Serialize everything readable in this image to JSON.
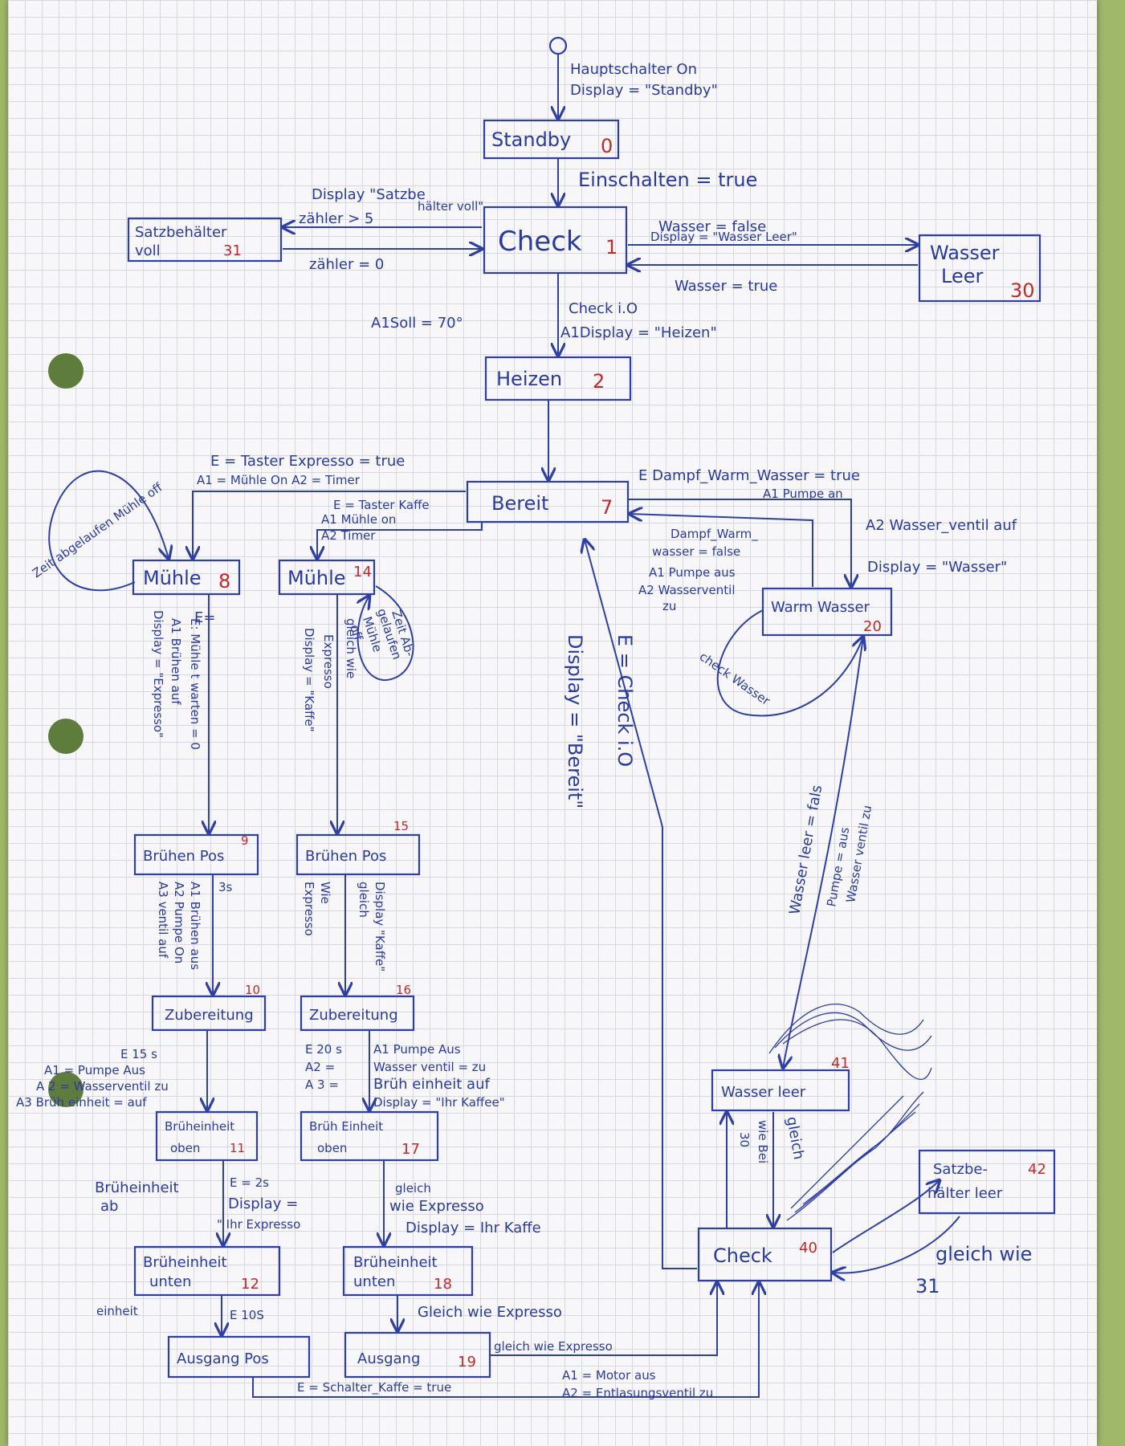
{
  "states": {
    "standby": {
      "label": "Standby",
      "num": "0"
    },
    "check": {
      "label": "Check",
      "num": "1"
    },
    "satz_voll": {
      "label1": "Satzbehälter",
      "label2": "voll",
      "num": "31"
    },
    "wasser_leer30": {
      "label1": "Wasser",
      "label2": "Leer",
      "num": "30"
    },
    "heizen": {
      "label": "Heizen",
      "num": "2"
    },
    "bereit": {
      "label": "Bereit",
      "num": "7"
    },
    "muehle8": {
      "label": "Mühle",
      "num": "8"
    },
    "muehle14": {
      "label": "Mühle",
      "num": "14"
    },
    "warm20": {
      "label": "Warm Wasser",
      "num": "20"
    },
    "bruehen9": {
      "label": "Brühen Pos",
      "num": "9"
    },
    "bruehen15": {
      "label": "Brühen Pos",
      "num": "15"
    },
    "zub10": {
      "label": "Zubereitung",
      "num": "10"
    },
    "zub16": {
      "label": "Zubereitung",
      "num": "16"
    },
    "be_oben11": {
      "label1": "Brüheinheit",
      "label2": "oben",
      "num": "11"
    },
    "be_oben17": {
      "label1": "Brüh Einheit",
      "label2": "oben",
      "num": "17"
    },
    "be_unten12": {
      "label1": "Brüheinheit",
      "label2": "unten",
      "num": "12"
    },
    "be_unten18": {
      "label1": "Brüheinheit",
      "label2": "unten",
      "num": "18"
    },
    "ausgang_pos": {
      "label": "Ausgang Pos"
    },
    "ausgang19": {
      "label": "Ausgang",
      "num": "19"
    },
    "wasser_leer41": {
      "label": "Wasser leer",
      "num": "41"
    },
    "check40": {
      "label": "Check",
      "num": "40"
    },
    "satz_leer42": {
      "label1": "Satzbe-",
      "label2": "hälter leer",
      "num": "42"
    }
  },
  "labels": {
    "hauptschalter1": "Hauptschalter On",
    "hauptschalter2": "Display = \"Standby\"",
    "einschalten": "Einschalten = true",
    "display_satz1": "Display \"Satzbe",
    "display_satz2": "hälter voll\"",
    "zaehler_gt": "zähler > 5",
    "zaehler_eq": "zähler = 0",
    "wasser_false1": "Wasser = false",
    "wasser_false2": "Display = \"Wasser Leer\"",
    "wasser_true": "Wasser = true",
    "check_io": "Check i.O",
    "display_heizen": "A1Display = \"Heizen\"",
    "a1soll": "A1Soll = 70°",
    "taster_expresso1": "E = Taster Expresso = true",
    "taster_expresso2": "A1 = Mühle On A2 = Timer",
    "dampf_true1": "E Dampf_Warm_Wasser = true",
    "dampf_true2": "A1 Pumpe an",
    "dampf_true3": "A2 Wasser_ventil auf",
    "dampf_true4": "Display = \"Wasser\"",
    "dampf_false1": "Dampf_Warm_",
    "dampf_false2": "wasser = false",
    "dampf_false3": "A1 Pumpe aus",
    "dampf_false4": "A2 Wasserventil",
    "dampf_false5": "zu",
    "taster_kaffee1": "E = Taster Kaffe",
    "taster_kaffee2": "A1 Mühle on",
    "taster_kaffee3": "A2 Timer",
    "zeit_muehle_off": "Zeit abgelaufen Mühle off",
    "zeit_ab1": "Zeit Ab-",
    "zeit_ab2": "gelaufen",
    "zeit_ab3": "Mühle",
    "zeit_ab4": "off",
    "e_short": "E=",
    "muehle8_v1": "E: Mühle t warten = 0",
    "muehle8_v2": "A1 Brühen auf",
    "muehle8_v3": "Display = \"Expresso\"",
    "gleich_wie1": "gleich wie",
    "gleich_wie2": "Expresso",
    "gleich_wie3": "Display = \"Kaffe\"",
    "check_water_loop": "check Wasser",
    "e_check_io": "E = Check i.O",
    "display_bereit": "Display = \"Bereit\"",
    "wasser_leer_fals": "Wasser leer = fals",
    "pumpe_aus": "Pumpe = aus",
    "wasserventil_zu": "Wasser ventil zu",
    "three_s": "3s",
    "bruehen9_v1": "A1 Brühen aus",
    "bruehen9_v2": "A2 Pumpe On",
    "bruehen9_v3": "A3 ventil auf",
    "b15_v1": "Wie",
    "b15_v2": "Expresso",
    "b15_v3": "gleich",
    "b15_v4": "Display \"Kaffe\"",
    "e15s": "E 15 s",
    "a1_pumpe_aus": "A1 = Pumpe Aus",
    "a2_ventil_zu": "A 2 = Wasserventil zu",
    "a3_brueh_auf": "A3 Brüh einheit = auf",
    "e20s": "E 20 s",
    "a2_eq": "A2 =",
    "a3_eq": "A 3 =",
    "z16_1": "A1 Pumpe Aus",
    "z16_2": "Wasser ventil = zu",
    "z16_3": "Brüh einheit auf",
    "z16_4": "Display = \"Ihr Kaffee\"",
    "brueheinheit_ab1": "Brüheinheit",
    "brueheinheit_ab2": "ab",
    "e2s": "E = 2s",
    "display_ihr_expresso1": "Display =",
    "display_ihr_expresso2": "\" Ihr Expresso",
    "gleich_wie_exp1": "gleich",
    "gleich_wie_exp2": "wie Expresso",
    "display_ihr_kaffe": "Display = Ihr Kaffe",
    "einheit": "einheit",
    "e10s": "E 10S",
    "gleich_wie_exp3": "Gleich wie Expresso",
    "gleich_wie_exp4": "gleich wie Expresso",
    "wl_30": "30",
    "wl_wie": "wie Bei",
    "wl_gleich": "gleich",
    "gleich_wie_31a": "gleich wie",
    "gleich_wie_31b": "31",
    "schalter_kaffe": "E = Schalter_Kaffe = true",
    "motor_aus": "A1 = Motor aus",
    "entlastung": "A2 = Entlasungsventil zu"
  }
}
